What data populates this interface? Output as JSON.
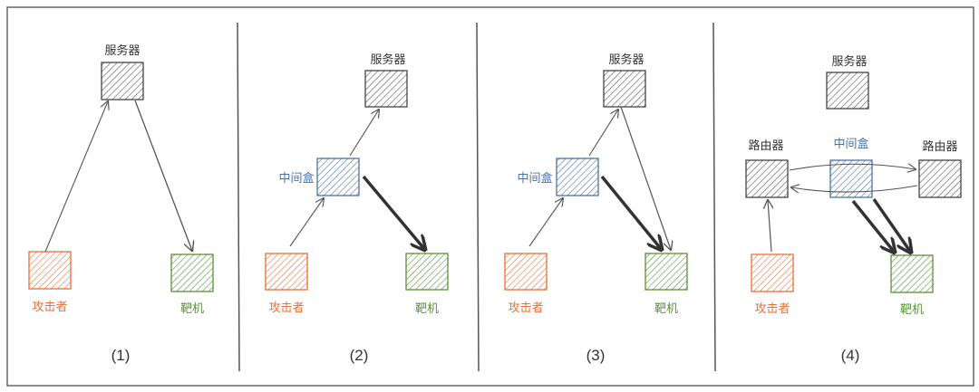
{
  "colors": {
    "gray": "#555555",
    "orange": "#e8703a",
    "green": "#5a8f3a",
    "blue": "#4a72a8",
    "arrow": "#444444",
    "frame": "#666666"
  },
  "labels": {
    "server": "服务器",
    "attacker": "攻击者",
    "target": "靶机",
    "middlebox": "中间盒",
    "router": "路由器"
  },
  "panels": [
    {
      "caption": "(1)"
    },
    {
      "caption": "(2)"
    },
    {
      "caption": "(3)"
    },
    {
      "caption": "(4)"
    }
  ]
}
